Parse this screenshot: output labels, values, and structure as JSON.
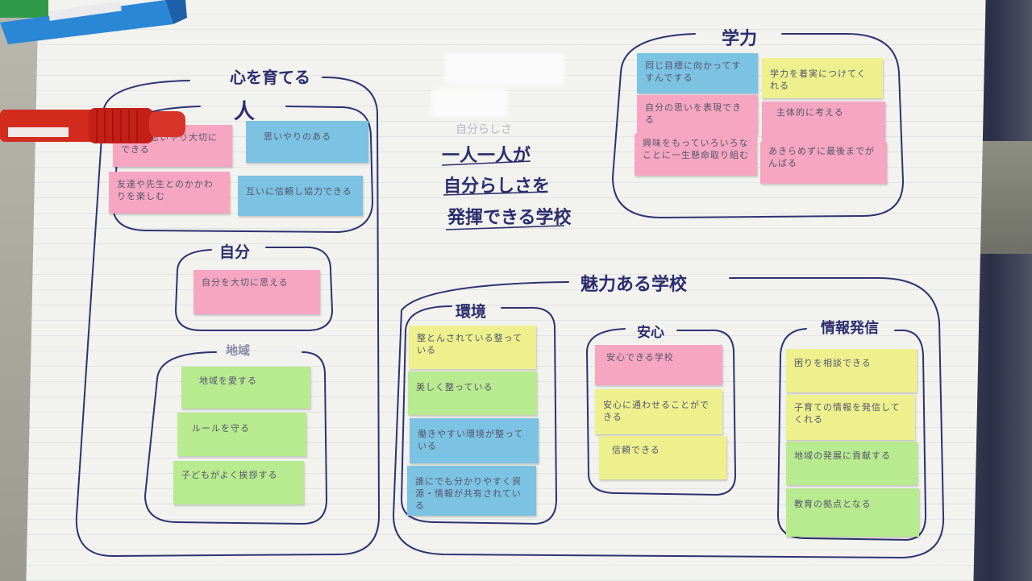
{
  "title": "心を育てる",
  "center_slogan": {
    "line1": "一人一人が",
    "line2": "自分らしさを",
    "line3": "発揮できる学校"
  },
  "center_faint": "自分らしさ",
  "sections": {
    "hito": {
      "title": "人",
      "notes": [
        {
          "text": "友達を思いやり大切にできる",
          "color": "pink"
        },
        {
          "text": "思いやりのある",
          "color": "blue"
        },
        {
          "text": "友達や先生とのかかわりを楽しむ",
          "color": "pink"
        },
        {
          "text": "互いに信頼し協力できる",
          "color": "blue"
        }
      ]
    },
    "jibun": {
      "title": "自分",
      "notes": [
        {
          "text": "自分を大切に思える",
          "color": "pink"
        }
      ]
    },
    "chiiki": {
      "title": "地域",
      "notes": [
        {
          "text": "地域を愛する",
          "color": "green"
        },
        {
          "text": "ルールを守る",
          "color": "green"
        },
        {
          "text": "子どもがよく挨拶する",
          "color": "green"
        }
      ]
    },
    "gakuryoku": {
      "title": "学力",
      "notes": [
        {
          "text": "同じ目標に向かってすすんでする",
          "color": "blue"
        },
        {
          "text": "学力を着実につけてくれる",
          "color": "yellow"
        },
        {
          "text": "自分の思いを表現できる",
          "color": "pink"
        },
        {
          "text": "主体的に考える",
          "color": "pink"
        },
        {
          "text": "興味をもっていろいろなことに一生懸命取り組む",
          "color": "pink"
        },
        {
          "text": "あきらめずに最後までがんばる",
          "color": "pink"
        }
      ]
    },
    "miryoku": {
      "title": "魅力ある学校"
    },
    "kankyo": {
      "title": "環境",
      "notes": [
        {
          "text": "整とんされている整っている",
          "color": "yellow"
        },
        {
          "text": "美しく整っている",
          "color": "green"
        },
        {
          "text": "働きやすい環境が整っている",
          "color": "blue"
        },
        {
          "text": "誰にでも分かりやすく資源・情報が共有されている",
          "color": "blue"
        }
      ]
    },
    "anshin": {
      "title": "安心",
      "notes": [
        {
          "text": "安心できる学校",
          "color": "pink"
        },
        {
          "text": "安心に通わせることができる",
          "color": "yellow"
        },
        {
          "text": "信頼できる",
          "color": "yellow"
        }
      ]
    },
    "joho": {
      "title": "情報発信",
      "notes": [
        {
          "text": "困りを相談できる",
          "color": "yellow"
        },
        {
          "text": "子育ての情報を発信してくれる",
          "color": "yellow"
        },
        {
          "text": "地域の発展に貢献する",
          "color": "green"
        },
        {
          "text": "教育の拠点となる",
          "color": "green"
        }
      ]
    }
  },
  "markers": {
    "red_label": "red-marker",
    "blue_label": "blue-marker"
  },
  "colors": {
    "pink": "#f6a6c1",
    "blue": "#7cc2e2",
    "yellow": "#eef08e",
    "green": "#b8ea8f",
    "ink": "#2c2d6e"
  }
}
